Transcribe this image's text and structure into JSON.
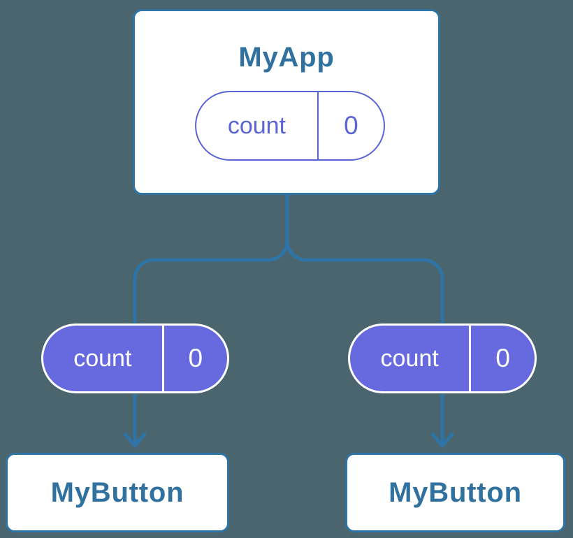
{
  "background_color": "#4B656E",
  "palette": {
    "connector_blue": "#2F74A6",
    "node_border_blue": "#2F74A6",
    "node_text_blue": "#31719F",
    "pill_fill_purple": "#666ADE",
    "pill_outline_purple": "#5B64D4",
    "node_fill_white": "#FFFFFF",
    "pill_text_white": "#FFFFFF"
  },
  "tree": {
    "root": {
      "title": "MyApp",
      "state_pill": {
        "label": "count",
        "value": "0",
        "style": "outline"
      }
    },
    "left_branch": {
      "prop_pill": {
        "label": "count",
        "value": "0",
        "style": "filled"
      },
      "child": {
        "title": "MyButton"
      }
    },
    "right_branch": {
      "prop_pill": {
        "label": "count",
        "value": "0",
        "style": "filled"
      },
      "child": {
        "title": "MyButton"
      }
    }
  }
}
